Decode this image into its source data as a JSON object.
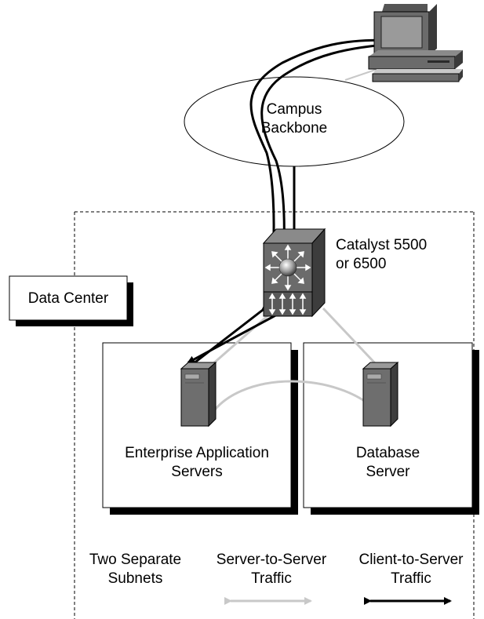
{
  "cloud": {
    "line1": "Campus",
    "line2": "Backbone"
  },
  "switch": {
    "line1": "Catalyst 5500",
    "line2": "or 6500"
  },
  "data_center": {
    "label": "Data Center"
  },
  "app_servers": {
    "line1": "Enterprise Application",
    "line2": "Servers"
  },
  "db_server": {
    "line1": "Database",
    "line2": "Server"
  },
  "legend": {
    "subnets": {
      "line1": "Two Separate",
      "line2": "Subnets"
    },
    "server_traffic": {
      "line1": "Server-to-Server",
      "line2": "Traffic",
      "color": "#c8c8c8"
    },
    "client_traffic": {
      "line1": "Client-to-Server",
      "line2": "Traffic",
      "color": "#000000"
    }
  }
}
